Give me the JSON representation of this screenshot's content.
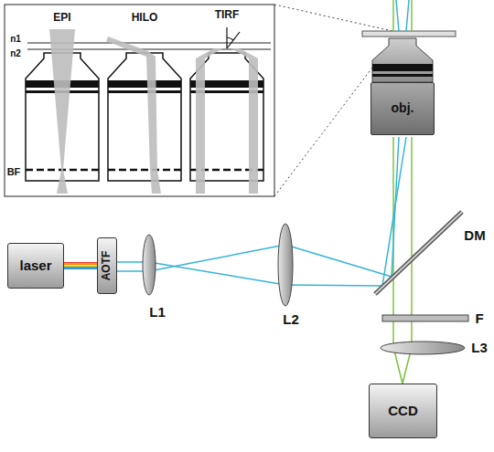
{
  "diagram": {
    "nodes": [
      {
        "text": [
          "laser"
        ]
      },
      {
        "text": [
          "AOTF"
        ]
      },
      {
        "text": [
          "obj."
        ]
      },
      {
        "text": [
          "CCD"
        ]
      }
    ],
    "edges": [
      {
        "from": 0,
        "to": 1,
        "arrow": "none"
      }
    ],
    "labels": [
      "EPI",
      "HILO",
      "TIRF",
      "n1",
      "n2",
      "BF",
      "L1",
      "L2",
      "DM",
      "F",
      "L3"
    ]
  }
}
